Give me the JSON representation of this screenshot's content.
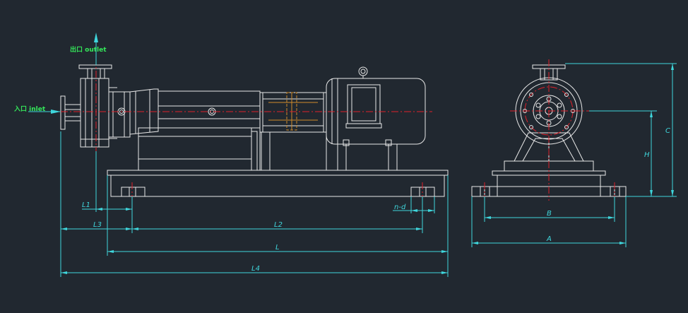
{
  "labels": {
    "outlet": "出口 outlet",
    "inlet": "入口 inlet"
  },
  "dimensions": {
    "L1": "L1",
    "L2": "L2",
    "L3": "L3",
    "L": "L",
    "L4": "L4",
    "nd": "n-d",
    "A": "A",
    "B": "B",
    "H": "H",
    "C": "C"
  },
  "colors": {
    "background": "#212830",
    "outline": "#e8e8e8",
    "centerline": "#e0202a",
    "dimension": "#3fd6dc",
    "label": "#34e85a",
    "coupling": "#d08a2a"
  }
}
